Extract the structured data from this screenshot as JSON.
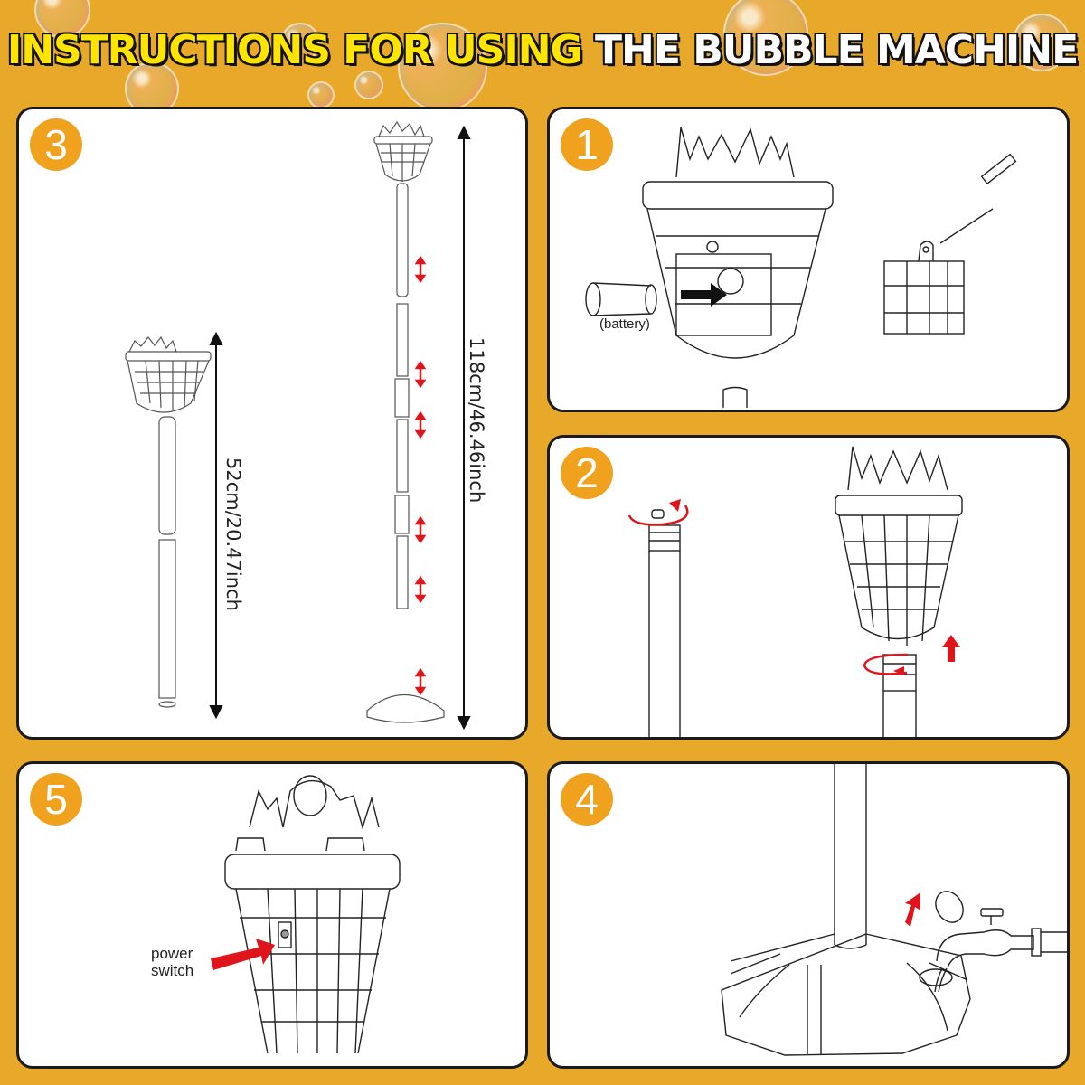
{
  "header": {
    "title_part1": "INSTRUCTIONS FOR USING",
    "title_part2": "THE BUBBLE MACHINE"
  },
  "colors": {
    "background": "#e8a92a",
    "step_badge": "#f0a21f",
    "title_yellow": "#ffe400",
    "arrow_red": "#e0141b"
  },
  "steps": [
    {
      "number": "1",
      "icon": "battery-install-illustration",
      "labels": {
        "battery": "(battery)"
      }
    },
    {
      "number": "2",
      "icon": "unscrew-cap-attach-head-illustration"
    },
    {
      "number": "3",
      "icon": "assembled-dimensions-illustration",
      "dimensions": {
        "short": "52cm/20.47inch",
        "tall": "118cm/46.46inch"
      }
    },
    {
      "number": "4",
      "icon": "fill-base-with-water-illustration"
    },
    {
      "number": "5",
      "icon": "power-switch-illustration",
      "labels": {
        "power_line1": "power",
        "power_line2": "switch"
      }
    }
  ]
}
